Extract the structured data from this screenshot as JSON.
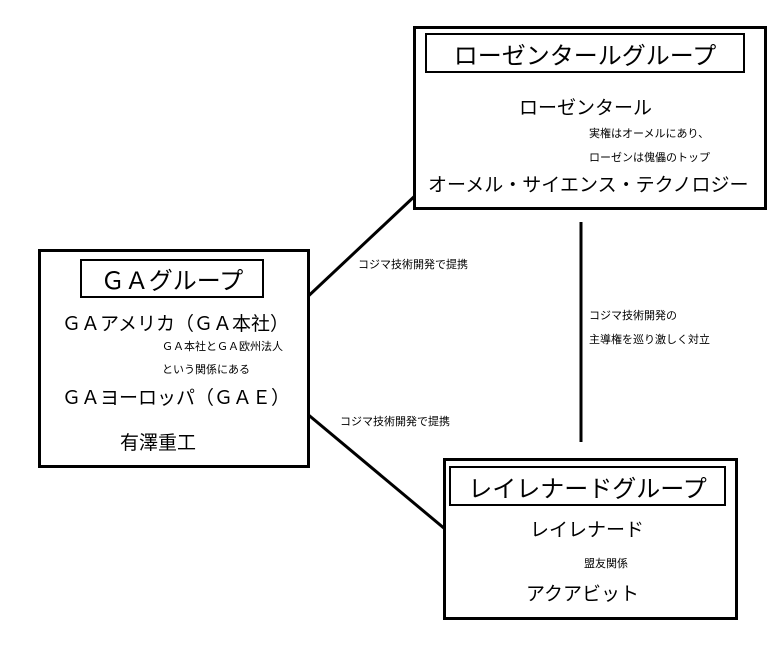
{
  "rosenthal": {
    "title": "ローゼンタールグループ",
    "company": "ローゼンタール",
    "note_line1": "実権はオーメルにあり、",
    "note_line2": "ローゼンは傀儡のトップ",
    "subsidiary": "オーメル・サイエンス・テクノロジー"
  },
  "ga": {
    "title": "ＧＡグループ",
    "america": "ＧＡアメリカ（ＧＡ本社）",
    "note_line1": "ＧＡ本社とＧＡ欧州法人",
    "note_line2": "という関係にある",
    "europe": "ＧＡヨーロッパ（ＧＡＥ）",
    "arisawa": "有澤重工"
  },
  "rayleonard": {
    "title": "レイレナードグループ",
    "company": "レイレナード",
    "note": "盟友関係",
    "aqua": "アクアビット"
  },
  "relations": {
    "ga_omer": "コジマ技術開発で提携",
    "gae_aqua": "コジマ技術開発で提携",
    "rival_line1": "コジマ技術開発の",
    "rival_line2": "主導権を巡り激しく対立"
  }
}
